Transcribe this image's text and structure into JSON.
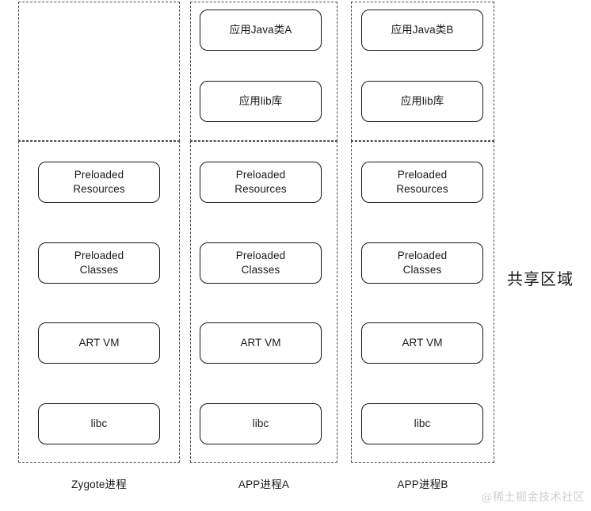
{
  "diagram": {
    "title_annotation": "共享区域",
    "watermark": "@稀土掘金技术社区",
    "colors": {
      "dashed_border": "#4a4a4a",
      "node_border": "#16161a",
      "node_fill": "#ffffff",
      "background": "#ffffff",
      "text": "#1a1a1a",
      "watermark": "#cfcfcf"
    },
    "columns": [
      {
        "id": "zygote",
        "caption": "Zygote进程",
        "private_nodes": [],
        "shared_nodes": [
          {
            "label": "Preloaded\nResources"
          },
          {
            "label": "Preloaded\nClasses"
          },
          {
            "label": "ART VM"
          },
          {
            "label": "libc"
          }
        ]
      },
      {
        "id": "app-a",
        "caption": "APP进程A",
        "private_nodes": [
          {
            "label": "应用Java类A"
          },
          {
            "label": "应用lib库"
          }
        ],
        "shared_nodes": [
          {
            "label": "Preloaded\nResources"
          },
          {
            "label": "Preloaded\nClasses"
          },
          {
            "label": "ART VM"
          },
          {
            "label": "libc"
          }
        ]
      },
      {
        "id": "app-b",
        "caption": "APP进程B",
        "private_nodes": [
          {
            "label": "应用Java类B"
          },
          {
            "label": "应用lib库"
          }
        ],
        "shared_nodes": [
          {
            "label": "Preloaded\nResources"
          },
          {
            "label": "Preloaded\nClasses"
          },
          {
            "label": "ART VM"
          },
          {
            "label": "libc"
          }
        ]
      }
    ]
  }
}
